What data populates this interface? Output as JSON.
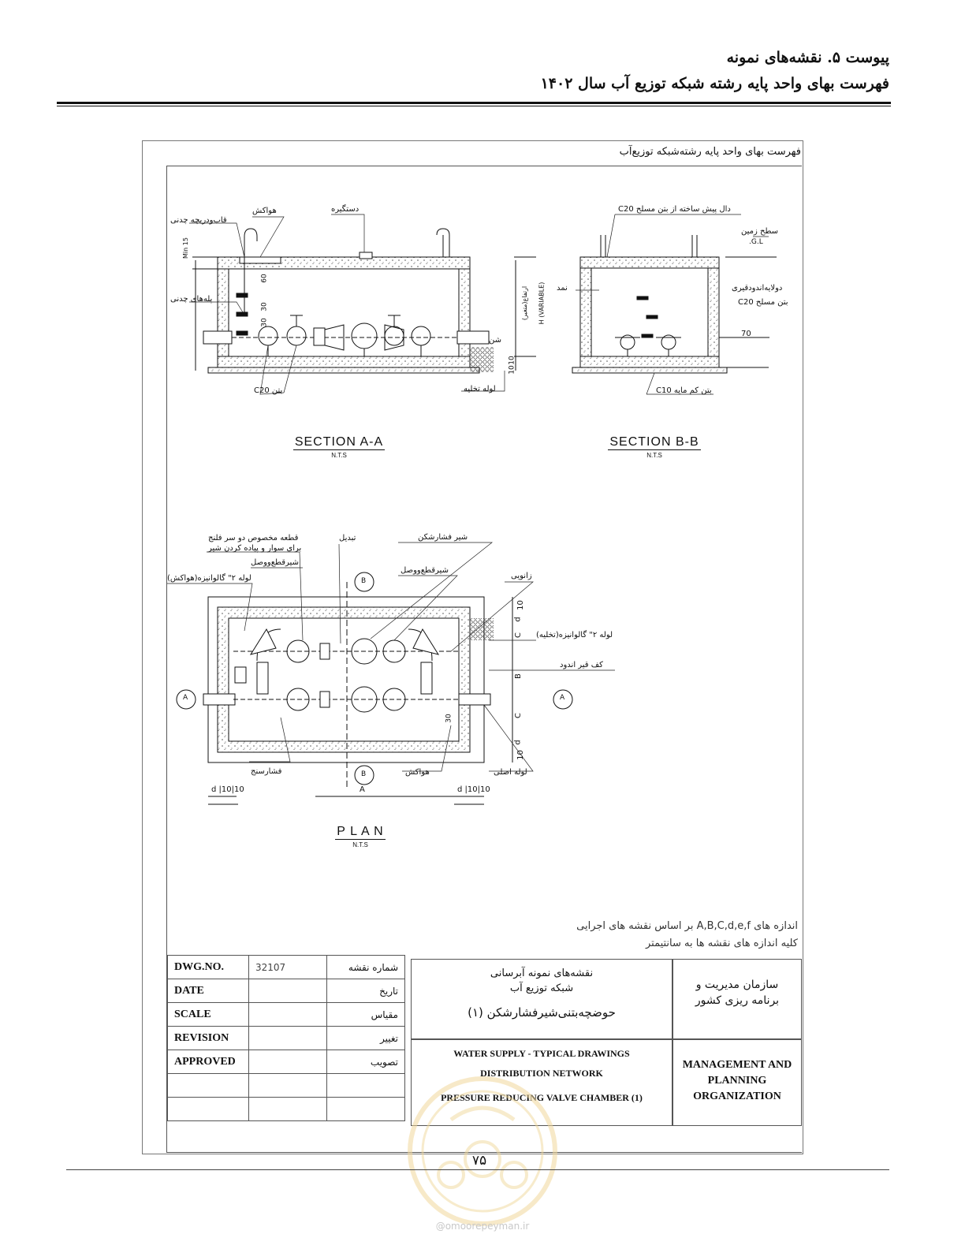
{
  "header": {
    "line1": "پیوست ۵. نقشه‌های نمونه",
    "line2": "فهرست بهای واحد پایه رشته شبکه توزیع آب سال ۱۴۰۲"
  },
  "sheet_header": "فهرست بهای واحد پایه رشته‌شبکه توزیع‌آب",
  "section_aa": {
    "title": "SECTION A-A",
    "sub": "N.T.S"
  },
  "section_bb": {
    "title": "SECTION B-B",
    "sub": "N.T.S"
  },
  "plan": {
    "title": "P L A N",
    "sub": "N.T.S"
  },
  "labels_aa": {
    "air_valve": "هواکش",
    "handle": "دستگیره",
    "cast_frame": "قاب‌ودریچه چدنی",
    "cast_steps": "پله‌های چدنی",
    "min15": "15 Min",
    "dim60": "60",
    "dim30a": "30",
    "dim30b": "30",
    "dim10a": "10",
    "dim10b": "10",
    "concrete": "بتن C20",
    "drain_pipe": "لوله تخلیه",
    "gravel": "شن",
    "height": "H (VARIABLE)",
    "height_fa": "ارتفاع(متغیر)"
  },
  "labels_bb": {
    "slab": "دال پیش ساخته از بتن مسلح C20",
    "ground": "سطح زمین",
    "gl": "G.L.",
    "felt": "نمد",
    "double_layer": "دولایه‌اندودقیری",
    "reinforced": "بتن مسلح C20",
    "dim70": "70",
    "lean": "بتن کم مایه C10"
  },
  "labels_plan": {
    "special_piece": "قطعه مخصوص دو سر فلنج",
    "special_piece2": "برای سوار و پیاده کردن شیر",
    "gate_valve": "شیرقطع‌ووصل",
    "gate_valve2": "شیرقطع‌ووصل",
    "reducer": "تبدیل",
    "prv": "شیر فشارشکن",
    "elbow": "زانویی",
    "galv_air": "لوله ۲\" گالوانیزه(هواکش)",
    "galv_drain": "لوله ۲\" گالوانیزه(تخلیه)",
    "floor": "کف قیر اندود",
    "gauge": "فشارسنج",
    "air_valve": "هواکش",
    "main_pipe": "لوله اصلی",
    "A": "A",
    "B": "B",
    "C": "C",
    "d": "d",
    "dim10": "10",
    "dims_left": "10|10| d",
    "dims_right": "d |10|10",
    "dim30": "30"
  },
  "notes": {
    "line1": "اندازه های A,B,C,d,e,f بر اساس نقشه های اجرایی",
    "line2": "کلیه اندازه های نقشه ها به سانتیمتر"
  },
  "title_block": {
    "rows": [
      {
        "en": "DWG.NO.",
        "val": "32107",
        "fa": "شماره نقشه"
      },
      {
        "en": "DATE",
        "val": "",
        "fa": "تاریخ"
      },
      {
        "en": "SCALE",
        "val": "",
        "fa": "مقیاس"
      },
      {
        "en": "REVISION",
        "val": "",
        "fa": "تغییر"
      },
      {
        "en": "APPROVED",
        "val": "",
        "fa": "تصویب"
      },
      {
        "en": "",
        "val": "",
        "fa": ""
      },
      {
        "en": "",
        "val": "",
        "fa": ""
      }
    ],
    "center_fa1": "نقشه‌های نمونه آبرسانی",
    "center_fa2": "شبکه توزیع آب",
    "center_fa3": "حوضچه‌بتنی‌شیرفشارشکن (۱)",
    "center_en1": "WATER SUPPLY - TYPICAL DRAWINGS",
    "center_en2": "DISTRIBUTION NETWORK",
    "center_en3": "PRESSURE REDUCING VALVE CHAMBER (1)",
    "org_fa1": "سازمان مدیریت و",
    "org_fa2": "برنامه ریزی کشور",
    "org_en1": "MANAGEMENT AND",
    "org_en2": "PLANNING",
    "org_en3": "ORGANIZATION"
  },
  "page_number": "۷۵",
  "watermark": "@omoorepeyman.ir"
}
